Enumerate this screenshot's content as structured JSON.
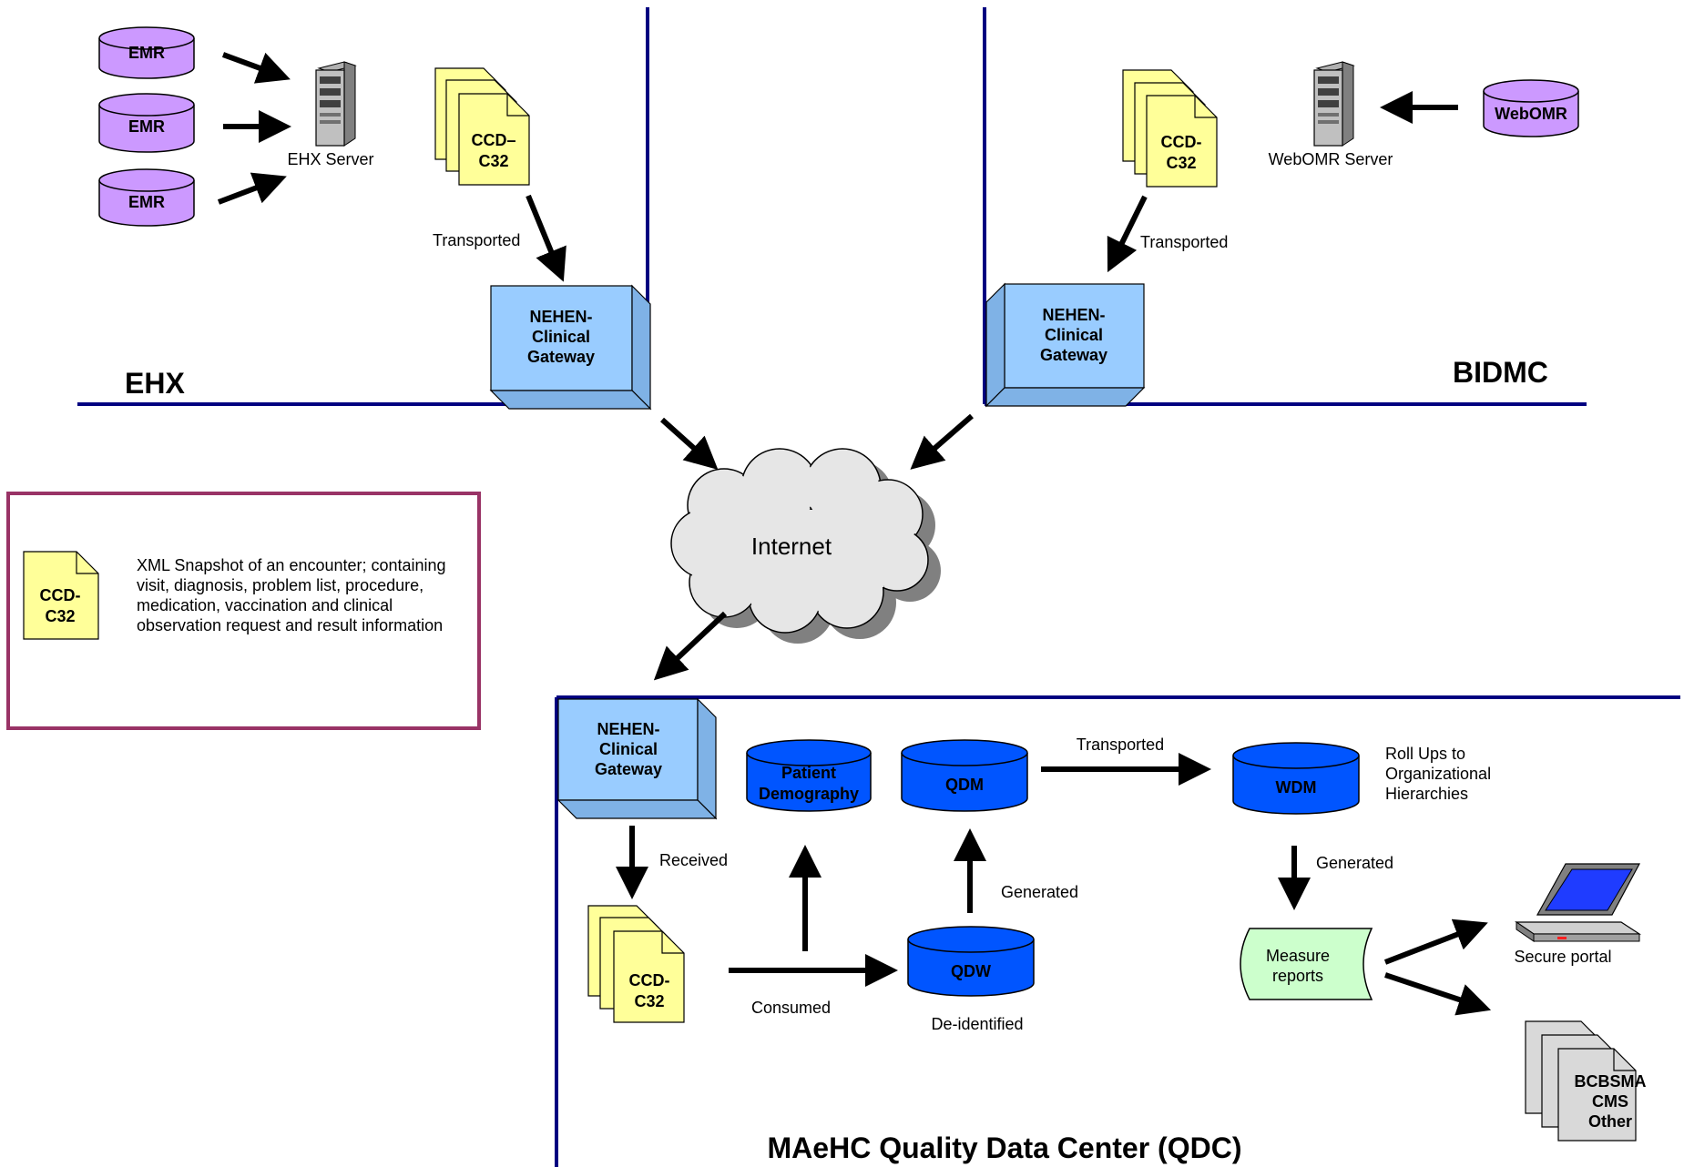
{
  "zones": {
    "ehx": "EHX",
    "bidmc": "BIDMC",
    "qdc": "MAeHC Quality Data Center (QDC)"
  },
  "ehx": {
    "emr": [
      "EMR",
      "EMR",
      "EMR"
    ],
    "server": "EHX Server",
    "doc": [
      "CCD–",
      "C32"
    ],
    "transported": "Transported",
    "gateway": [
      "NEHEN-",
      "Clinical",
      "Gateway"
    ]
  },
  "bidmc": {
    "db": "WebOMR",
    "server": "WebOMR Server",
    "doc": [
      "CCD-",
      "C32"
    ],
    "transported": "Transported",
    "gateway": [
      "NEHEN-",
      "Clinical",
      "Gateway"
    ]
  },
  "internet": "Internet",
  "legend": {
    "doc": [
      "CCD-",
      "C32"
    ],
    "text": [
      "XML Snapshot of an encounter; containing",
      "visit, diagnosis, problem list, procedure,",
      "medication, vaccination and clinical",
      "observation request and result information"
    ]
  },
  "qdc": {
    "gateway": [
      "NEHEN-",
      "Clinical",
      "Gateway"
    ],
    "received": "Received",
    "doc": [
      "CCD-",
      "C32"
    ],
    "consumed": "Consumed",
    "patient_db": [
      "Patient",
      "Demography"
    ],
    "qdm": "QDM",
    "qdw": "QDW",
    "generated_qdm": "Generated",
    "deidentified": "De-identified",
    "transported": "Transported",
    "wdm": "WDM",
    "rollups": [
      "Roll Ups to",
      "Organizational",
      "Hierarchies"
    ],
    "generated_reports": "Generated",
    "reports": [
      "Measure",
      "reports"
    ],
    "portal": "Secure portal",
    "recipients": [
      "BCBSMA",
      "CMS",
      "Other"
    ]
  },
  "colors": {
    "line": "#000080",
    "emr": "#cc99ff",
    "doc": "#ffff99",
    "gateway": "#99ccff",
    "db_blue": "#0055ff",
    "cloud": "#e6e6e6",
    "legend_border": "#993366",
    "reports": "#ccffcc"
  }
}
